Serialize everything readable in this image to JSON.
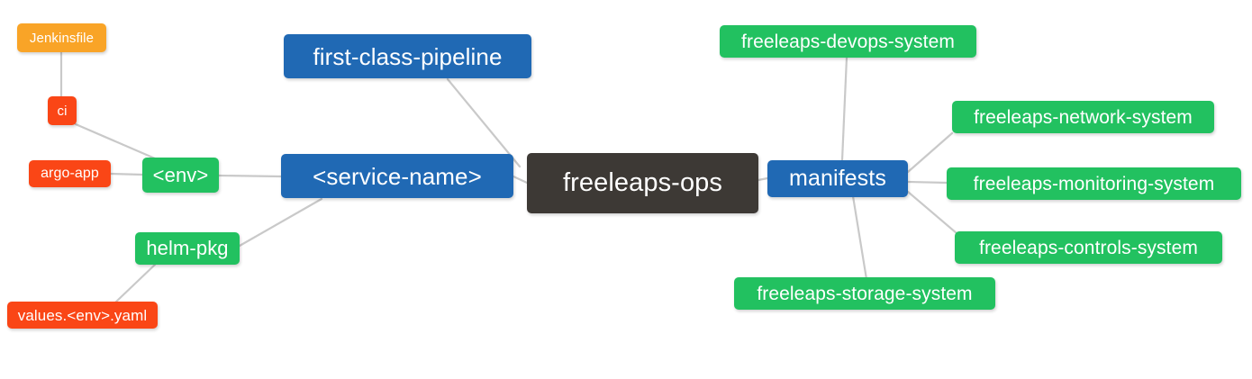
{
  "diagram": {
    "type": "mindmap",
    "title": "freeleaps-ops",
    "background": "#ffffff",
    "edge_color": "#c9c9c9",
    "palette": {
      "root": "#3d3935",
      "blue": "#2069b4",
      "green": "#22c160",
      "orange": "#f9a427",
      "red": "#fa4616"
    }
  },
  "nodes": {
    "root": {
      "label": "freeleaps-ops",
      "color": "#3d3935"
    },
    "first_class_pipeline": {
      "label": "first-class-pipeline",
      "color": "#2069b4"
    },
    "service_name": {
      "label": "<service-name>",
      "color": "#2069b4"
    },
    "manifests": {
      "label": "manifests",
      "color": "#2069b4"
    },
    "env": {
      "label": "<env>",
      "color": "#22c160"
    },
    "helm_pkg": {
      "label": "helm-pkg",
      "color": "#22c160"
    },
    "jenkinsfile": {
      "label": "Jenkinsfile",
      "color": "#f9a427"
    },
    "ci": {
      "label": "ci",
      "color": "#fa4616"
    },
    "argo_app": {
      "label": "argo-app",
      "color": "#fa4616"
    },
    "values_yaml": {
      "label": "values.<env>.yaml",
      "color": "#fa4616"
    },
    "devops_system": {
      "label": "freeleaps-devops-system",
      "color": "#22c160"
    },
    "network_system": {
      "label": "freeleaps-network-system",
      "color": "#22c160"
    },
    "monitoring_system": {
      "label": "freeleaps-monitoring-system",
      "color": "#22c160"
    },
    "controls_system": {
      "label": "freeleaps-controls-system",
      "color": "#22c160"
    },
    "storage_system": {
      "label": "freeleaps-storage-system",
      "color": "#22c160"
    }
  },
  "edges": [
    {
      "from": "root",
      "to": "service_name"
    },
    {
      "from": "root",
      "to": "manifests"
    },
    {
      "from": "service_name",
      "to": "first_class_pipeline"
    },
    {
      "from": "service_name",
      "to": "env"
    },
    {
      "from": "service_name",
      "to": "helm_pkg"
    },
    {
      "from": "env",
      "to": "ci"
    },
    {
      "from": "env",
      "to": "argo_app"
    },
    {
      "from": "ci",
      "to": "jenkinsfile"
    },
    {
      "from": "helm_pkg",
      "to": "values_yaml"
    },
    {
      "from": "manifests",
      "to": "devops_system"
    },
    {
      "from": "manifests",
      "to": "network_system"
    },
    {
      "from": "manifests",
      "to": "monitoring_system"
    },
    {
      "from": "manifests",
      "to": "controls_system"
    },
    {
      "from": "manifests",
      "to": "storage_system"
    }
  ]
}
